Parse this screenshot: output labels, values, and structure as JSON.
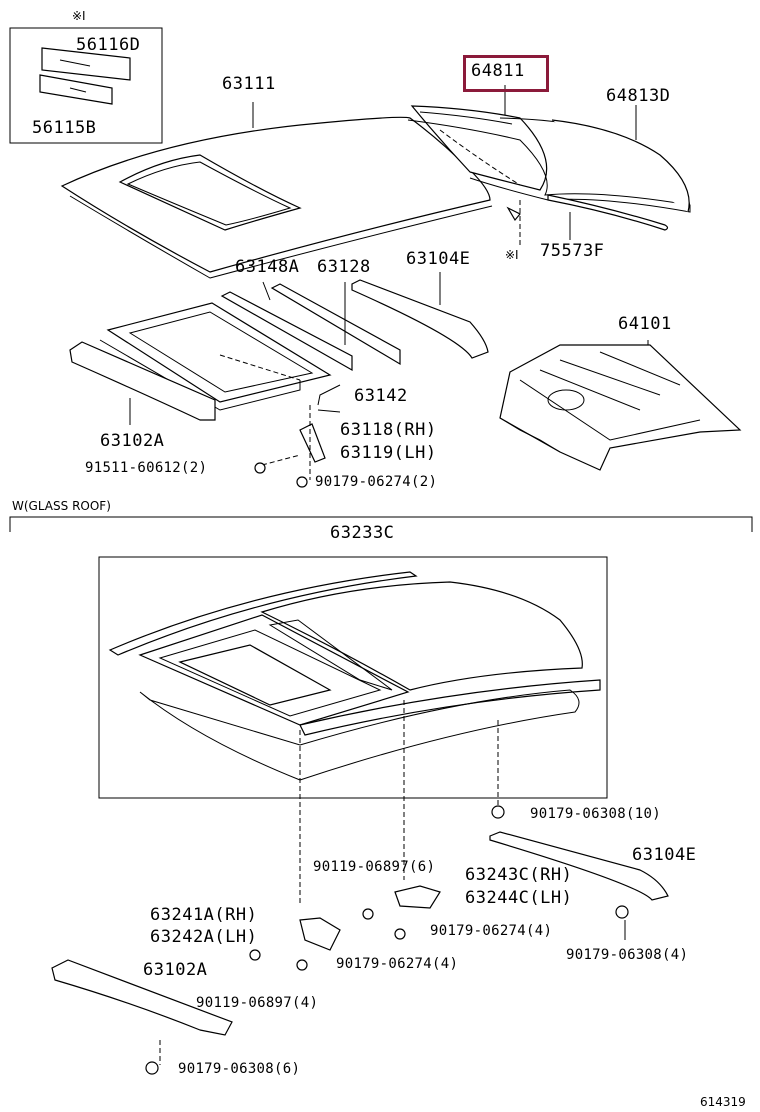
{
  "highlight_color": "#8b1a3a",
  "top": {
    "inset_mark": "※I",
    "inset_parts": [
      "56116D",
      "56115B"
    ],
    "roof_panel": "63111",
    "back_window_glass": "64811",
    "back_window_molding": "64813D",
    "marker_ref": "※I",
    "weatherstrip": "75573F",
    "reinforcements": [
      "63148A",
      "63128",
      "63104E"
    ],
    "back_panel": "64101",
    "rails": [
      "63142",
      "63102A"
    ],
    "brackets": [
      "63118(RH)",
      "63119(LH)"
    ],
    "bolt": "91511-60612(2)",
    "nut": "90179-06274(2)"
  },
  "glass_roof": {
    "section_title": "W(GLASS ROOF)",
    "assembly": "63233C",
    "nut_10": "90179-06308(10)",
    "bolt_6": "90119-06897(6)",
    "brace_rh": "63243C(RH)",
    "brace_lh": "63244C(LH)",
    "nut_4a": "90179-06274(4)",
    "side_rail": "63104E",
    "nut_4b": "90179-06308(4)",
    "bracket_rh": "63241A(RH)",
    "bracket_lh": "63242A(LH)",
    "nut_4c": "90179-06274(4)",
    "front_rail": "63102A",
    "bolt_4": "90119-06897(4)",
    "nut_6": "90179-06308(6)"
  },
  "diagram_id": "614319"
}
